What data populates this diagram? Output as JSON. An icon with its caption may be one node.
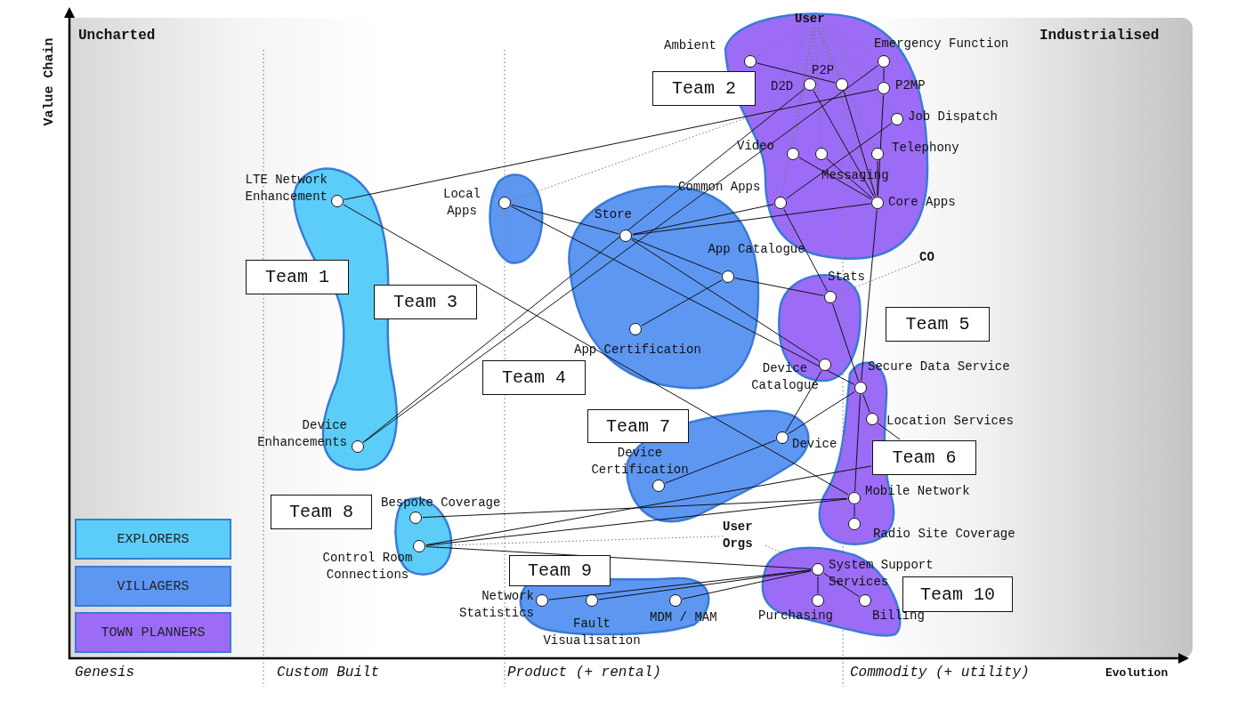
{
  "diagram": {
    "nodes": [
      {
        "text": [
          "User"
        ]
      },
      {
        "text": [],
        "shape": "circle",
        "beside": [
          "Ambient"
        ]
      },
      {
        "text": [],
        "shape": "circle",
        "beside": [
          "D2D"
        ]
      },
      {
        "text": [],
        "shape": "circle",
        "beside": [
          "P2P"
        ]
      },
      {
        "text": [],
        "shape": "circle",
        "beside": [
          "Emergency Function"
        ]
      },
      {
        "text": [],
        "shape": "circle",
        "beside": [
          "P2MP"
        ]
      },
      {
        "text": [],
        "shape": "circle",
        "beside": [
          "Job Dispatch"
        ]
      },
      {
        "text": [],
        "shape": "circle",
        "beside": [
          "Video"
        ]
      },
      {
        "text": [],
        "shape": "circle",
        "beside": [
          "Messaging"
        ]
      },
      {
        "text": [],
        "shape": "circle",
        "beside": [
          "Telephony"
        ]
      },
      {
        "text": [],
        "shape": "circle",
        "beside": [
          "Common Apps"
        ]
      },
      {
        "text": [],
        "shape": "circle",
        "beside": [
          "Core Apps"
        ]
      },
      {
        "text": [],
        "shape": "circle",
        "beside": [
          "Local Apps"
        ]
      },
      {
        "text": [],
        "shape": "circle",
        "beside": [
          "Store"
        ]
      },
      {
        "text": [],
        "shape": "circle",
        "beside": [
          "App Catalogue"
        ]
      },
      {
        "text": [],
        "shape": "circle",
        "beside": [
          "App Certification"
        ]
      },
      {
        "text": [],
        "shape": "circle",
        "beside": [
          "Stats"
        ]
      },
      {
        "text": [
          "CO"
        ]
      },
      {
        "text": [],
        "shape": "circle",
        "beside": [
          "Device Catalogue"
        ]
      },
      {
        "text": [],
        "shape": "circle",
        "beside": [
          "Secure Data Service"
        ]
      },
      {
        "text": [],
        "shape": "circle",
        "beside": [
          "Location Services"
        ]
      },
      {
        "text": [],
        "shape": "circle",
        "beside": [
          "Device"
        ]
      },
      {
        "text": [],
        "shape": "circle",
        "beside": [
          "Device Certification"
        ]
      },
      {
        "text": [],
        "shape": "circle",
        "beside": [
          "Mobile Network"
        ]
      },
      {
        "text": [],
        "shape": "circle",
        "beside": [
          "Radio Site Coverage"
        ]
      },
      {
        "text": [],
        "shape": "circle",
        "beside": [
          "LTE Network Enhancement"
        ]
      },
      {
        "text": [],
        "shape": "circle",
        "beside": [
          "Device Enhancements"
        ]
      },
      {
        "text": [],
        "shape": "circle",
        "beside": [
          "Bespoke Coverage"
        ]
      },
      {
        "text": [],
        "shape": "circle",
        "beside": [
          "Control Room Connections"
        ]
      },
      {
        "text": [
          "User Orgs"
        ]
      },
      {
        "text": [],
        "shape": "circle",
        "beside": [
          "System Support Services"
        ]
      },
      {
        "text": [],
        "shape": "circle",
        "beside": [
          "Purchasing"
        ]
      },
      {
        "text": [],
        "shape": "circle",
        "beside": [
          "Billing"
        ]
      },
      {
        "text": [],
        "shape": "circle",
        "beside": [
          "Network Statistics"
        ]
      },
      {
        "text": [],
        "shape": "circle",
        "beside": [
          "Fault Visualisation"
        ]
      },
      {
        "text": [],
        "shape": "circle",
        "beside": [
          "MDM / MAM"
        ]
      },
      {
        "text": [
          "Team 1"
        ]
      },
      {
        "text": [
          "Team 2"
        ]
      },
      {
        "text": [
          "Team 3"
        ]
      },
      {
        "text": [
          "Team 4"
        ]
      },
      {
        "text": [
          "Team 5"
        ]
      },
      {
        "text": [
          "Team 6"
        ]
      },
      {
        "text": [
          "Team 7"
        ]
      },
      {
        "text": [
          "Team 8"
        ]
      },
      {
        "text": [
          "Team 9"
        ]
      },
      {
        "text": [
          "Team 10"
        ]
      }
    ],
    "edges": [
      {
        "from": 0,
        "to": 1,
        "arrow": "none",
        "style": "dashed",
        "color": "#777777"
      },
      {
        "from": 0,
        "to": 2,
        "arrow": "none",
        "style": "dashed",
        "color": "#777777"
      },
      {
        "from": 0,
        "to": 3,
        "arrow": "none",
        "style": "dashed",
        "color": "#777777"
      },
      {
        "from": 0,
        "to": 4,
        "arrow": "none",
        "style": "dashed",
        "color": "#777777"
      },
      {
        "from": 0,
        "to": 5,
        "arrow": "none",
        "style": "dashed",
        "color": "#777777"
      },
      {
        "from": 0,
        "to": 6,
        "arrow": "none",
        "style": "dashed",
        "color": "#777777"
      },
      {
        "from": 0,
        "to": 7,
        "arrow": "none",
        "style": "dashed",
        "color": "#777777"
      },
      {
        "from": 0,
        "to": 8,
        "arrow": "none",
        "style": "dashed",
        "color": "#777777"
      },
      {
        "from": 0,
        "to": 9,
        "arrow": "none",
        "style": "dashed",
        "color": "#777777"
      },
      {
        "from": 0,
        "to": 10,
        "arrow": "none",
        "style": "dashed",
        "color": "#777777"
      },
      {
        "from": 0,
        "to": 11,
        "arrow": "none",
        "style": "dashed",
        "color": "#777777"
      },
      {
        "from": 0,
        "to": 12,
        "arrow": "none",
        "style": "dashed",
        "color": "#777777"
      },
      {
        "from": 17,
        "to": 16,
        "arrow": "none",
        "style": "dashed",
        "color": "#777777"
      },
      {
        "from": 28,
        "to": 29,
        "arrow": "none",
        "style": "dashed",
        "color": "#777777"
      },
      {
        "from": 29,
        "to": 30,
        "arrow": "none",
        "style": "dashed",
        "color": "#777777"
      },
      {
        "from": 1,
        "to": 3,
        "arrow": "none"
      },
      {
        "from": 2,
        "to": 11,
        "arrow": "none"
      },
      {
        "from": 3,
        "to": 11,
        "arrow": "none"
      },
      {
        "from": 4,
        "to": 5,
        "arrow": "none"
      },
      {
        "from": 5,
        "to": 11,
        "arrow": "none"
      },
      {
        "from": 6,
        "to": 10,
        "arrow": "none"
      },
      {
        "from": 7,
        "to": 11,
        "arrow": "none"
      },
      {
        "from": 8,
        "to": 11,
        "arrow": "none"
      },
      {
        "from": 9,
        "to": 11,
        "arrow": "none"
      },
      {
        "from": 10,
        "to": 13,
        "arrow": "none"
      },
      {
        "from": 11,
        "to": 13,
        "arrow": "none"
      },
      {
        "from": 10,
        "to": 16,
        "arrow": "none"
      },
      {
        "from": 11,
        "to": 19,
        "arrow": "none"
      },
      {
        "from": 12,
        "to": 13,
        "arrow": "none"
      },
      {
        "from": 12,
        "to": 19,
        "arrow": "none"
      },
      {
        "from": 13,
        "to": 14,
        "arrow": "none"
      },
      {
        "from": 13,
        "to": 18,
        "arrow": "none"
      },
      {
        "from": 14,
        "to": 16,
        "arrow": "none"
      },
      {
        "from": 14,
        "to": 15,
        "arrow": "none"
      },
      {
        "from": 16,
        "to": 19,
        "arrow": "none"
      },
      {
        "from": 19,
        "to": 20,
        "arrow": "none"
      },
      {
        "from": 19,
        "to": 21,
        "arrow": "none"
      },
      {
        "from": 18,
        "to": 21,
        "arrow": "none"
      },
      {
        "from": 21,
        "to": 22,
        "arrow": "none"
      },
      {
        "from": 19,
        "to": 23,
        "arrow": "none"
      },
      {
        "from": 20,
        "to": 41,
        "arrow": "none"
      },
      {
        "from": 28,
        "to": 41,
        "arrow": "none"
      },
      {
        "from": 23,
        "to": 24,
        "arrow": "none"
      },
      {
        "from": 25,
        "to": 5,
        "arrow": "none"
      },
      {
        "from": 25,
        "to": 23,
        "arrow": "none"
      },
      {
        "from": 26,
        "to": 2,
        "arrow": "none"
      },
      {
        "from": 26,
        "to": 4,
        "arrow": "none"
      },
      {
        "from": 27,
        "to": 23,
        "arrow": "none"
      },
      {
        "from": 28,
        "to": 23,
        "arrow": "none"
      },
      {
        "from": 28,
        "to": 30,
        "arrow": "none"
      },
      {
        "from": 33,
        "to": 30,
        "arrow": "none"
      },
      {
        "from": 34,
        "to": 30,
        "arrow": "none"
      },
      {
        "from": 35,
        "to": 30,
        "arrow": "none"
      },
      {
        "from": 30,
        "to": 31,
        "arrow": "none"
      },
      {
        "from": 30,
        "to": 32,
        "arrow": "none"
      }
    ],
    "labels": [
      "Value Chain",
      "Uncharted",
      "Industrialised",
      "Genesis",
      "Custom Built",
      "Product (+ rental)",
      "Commodity (+ utility)",
      "Evolution"
    ],
    "legend": [
      {
        "text": "EXPLORERS",
        "color": "#5ccdf8"
      },
      {
        "text": "VILLAGERS",
        "color": "#5d97f2"
      },
      {
        "text": "TOWN PLANNERS",
        "color": "#9c6cf7"
      }
    ]
  }
}
